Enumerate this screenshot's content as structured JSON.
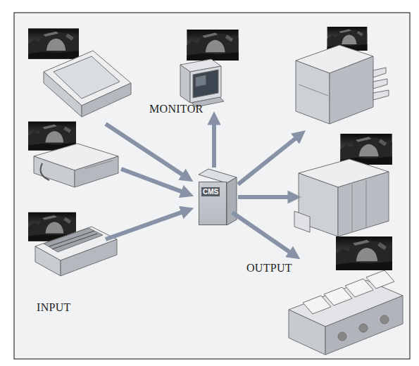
{
  "diagram": {
    "nodes": [
      {
        "text": [
          "CMS"
        ]
      }
    ],
    "labels": [
      "MONITOR",
      "OUTPUT",
      "INPUT"
    ]
  }
}
